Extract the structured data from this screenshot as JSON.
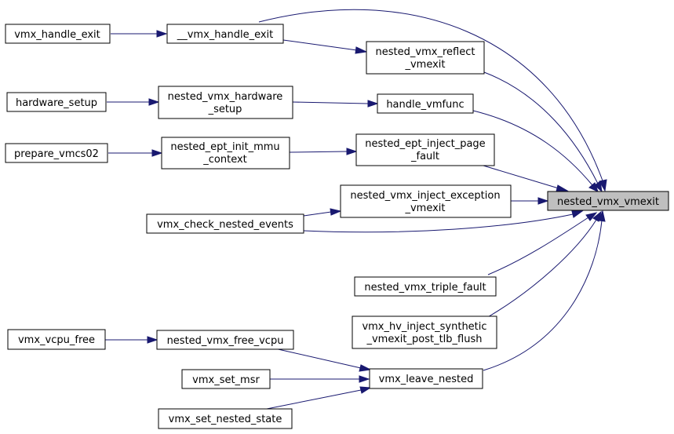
{
  "graph": {
    "colors": {
      "edge": "#191970",
      "node_fill": "#ffffff",
      "target_fill": "#bfbfbf",
      "node_border": "#000000"
    },
    "nodes": {
      "vmx_handle_exit": [
        "vmx_handle_exit"
      ],
      "__vmx_handle_exit": [
        "__vmx_handle_exit"
      ],
      "nested_vmx_reflect_vmexit": [
        "nested_vmx_reflect",
        "_vmexit"
      ],
      "hardware_setup": [
        "hardware_setup"
      ],
      "nested_vmx_hardware_setup": [
        "nested_vmx_hardware",
        "_setup"
      ],
      "handle_vmfunc": [
        "handle_vmfunc"
      ],
      "prepare_vmcs02": [
        "prepare_vmcs02"
      ],
      "nested_ept_init_mmu_context": [
        "nested_ept_init_mmu",
        "_context"
      ],
      "nested_ept_inject_page_fault": [
        "nested_ept_inject_page",
        "_fault"
      ],
      "nested_vmx_inject_exception_vmexit": [
        "nested_vmx_inject_exception",
        "_vmexit"
      ],
      "nested_vmx_vmexit": [
        "nested_vmx_vmexit"
      ],
      "vmx_check_nested_events": [
        "vmx_check_nested_events"
      ],
      "nested_vmx_triple_fault": [
        "nested_vmx_triple_fault"
      ],
      "vmx_hv_inject_synthetic_vmexit_post_tlb_flush": [
        "vmx_hv_inject_synthetic",
        "_vmexit_post_tlb_flush"
      ],
      "vmx_vcpu_free": [
        "vmx_vcpu_free"
      ],
      "nested_vmx_free_vcpu": [
        "nested_vmx_free_vcpu"
      ],
      "vmx_set_msr": [
        "vmx_set_msr"
      ],
      "vmx_leave_nested": [
        "vmx_leave_nested"
      ],
      "vmx_set_nested_state": [
        "vmx_set_nested_state"
      ]
    }
  }
}
